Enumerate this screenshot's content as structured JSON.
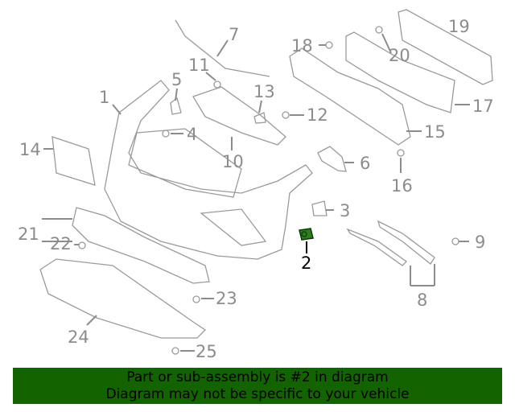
{
  "diagram": {
    "highlighted_part": "2",
    "highlight_color": "#2e7d1e",
    "callouts": [
      "1",
      "2",
      "3",
      "4",
      "5",
      "6",
      "7",
      "8",
      "9",
      "10",
      "11",
      "12",
      "13",
      "14",
      "15",
      "16",
      "17",
      "18",
      "19",
      "20",
      "21",
      "22",
      "23",
      "24",
      "25"
    ]
  },
  "banner": {
    "line1": "Part or sub-assembly is #2 in diagram",
    "line2": "Diagram may not be specific to your vehicle",
    "background": "#136400"
  }
}
